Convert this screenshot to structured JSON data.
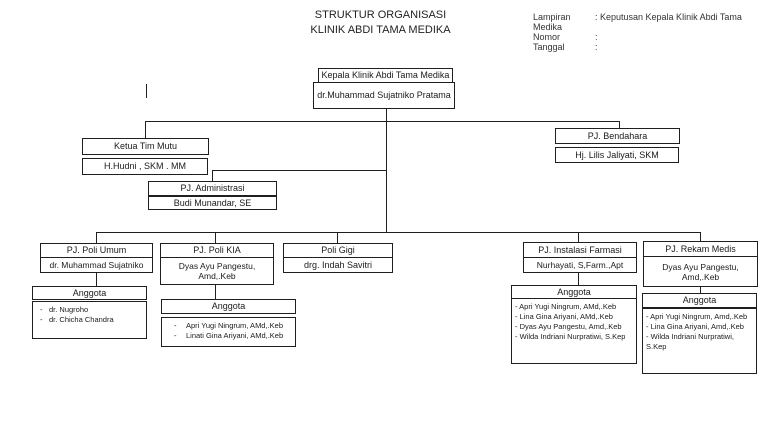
{
  "header": {
    "title_line1": "STRUKTUR ORGANISASI",
    "title_line2": "KLINIK ABDI TAMA MEDIKA",
    "annotation": {
      "rows": [
        {
          "label": "Lampiran",
          "value": ": Keputusan Kepala Klinik Abdi Tama"
        },
        {
          "label": "Medika",
          "value": ""
        },
        {
          "label": "Nomor",
          "value": ":"
        },
        {
          "label": "Tanggal",
          "value": ":"
        }
      ]
    }
  },
  "nodes": {
    "kepala": {
      "title": "Kepala Klinik Abdi Tama Medika",
      "name": "dr.Muhammad Sujatniko Pratama"
    },
    "ketua_tim_mutu": {
      "title": "Ketua Tim Mutu",
      "name": "H.Hudni , SKM . MM"
    },
    "bendahara": {
      "title": "PJ. Bendahara",
      "name": "Hj. Lilis Jaliyati, SKM"
    },
    "administrasi": {
      "title": "PJ. Administrasi",
      "name": "Budi Munandar, SE"
    },
    "poli_umum": {
      "title": "PJ. Poli Umum",
      "name": "dr. Muhammad Sujatniko"
    },
    "poli_kia": {
      "title": "PJ. Poli KIA",
      "name": "Dyas Ayu Pangestu, Amd,.Keb"
    },
    "poli_gigi": {
      "title": "Poli Gigi",
      "name": "drg. Indah Savitri"
    },
    "instalasi_farmasi": {
      "title": "PJ. Instalasi Farmasi",
      "name": "Nurhayati, S,Farm.,Apt"
    },
    "rekam_medis": {
      "title": "PJ. Rekam Medis",
      "name": "Dyas Ayu Pangestu, Amd,.Keb"
    }
  },
  "anggota": {
    "poli_umum": {
      "header": "Anggota",
      "items": [
        "dr. Nugroho",
        "dr. Chicha Chandra"
      ]
    },
    "poli_kia": {
      "header": "Anggota",
      "items": [
        "Apri Yugi Ningrum, AMd,.Keb",
        "Linati Gina Ariyani, AMd,.Keb"
      ]
    },
    "instalasi_farmasi": {
      "header": "Anggota",
      "items": [
        "Apri Yugi Ningrum, AMd,.Keb",
        "Lina Gina Ariyani, AMd,.Keb",
        "Dyas Ayu Pangestu, Amd,.Keb",
        "Wilda Indriani Nurpratiwi, S.Kep"
      ]
    },
    "rekam_medis": {
      "header": "Anggota",
      "items": [
        "Apri Yugi Ningrum, Amd,.Keb",
        "Lina Gina Ariyani, Amd,.Keb",
        "Wilda Indriani Nurpratiwi, S.Kep"
      ]
    }
  }
}
